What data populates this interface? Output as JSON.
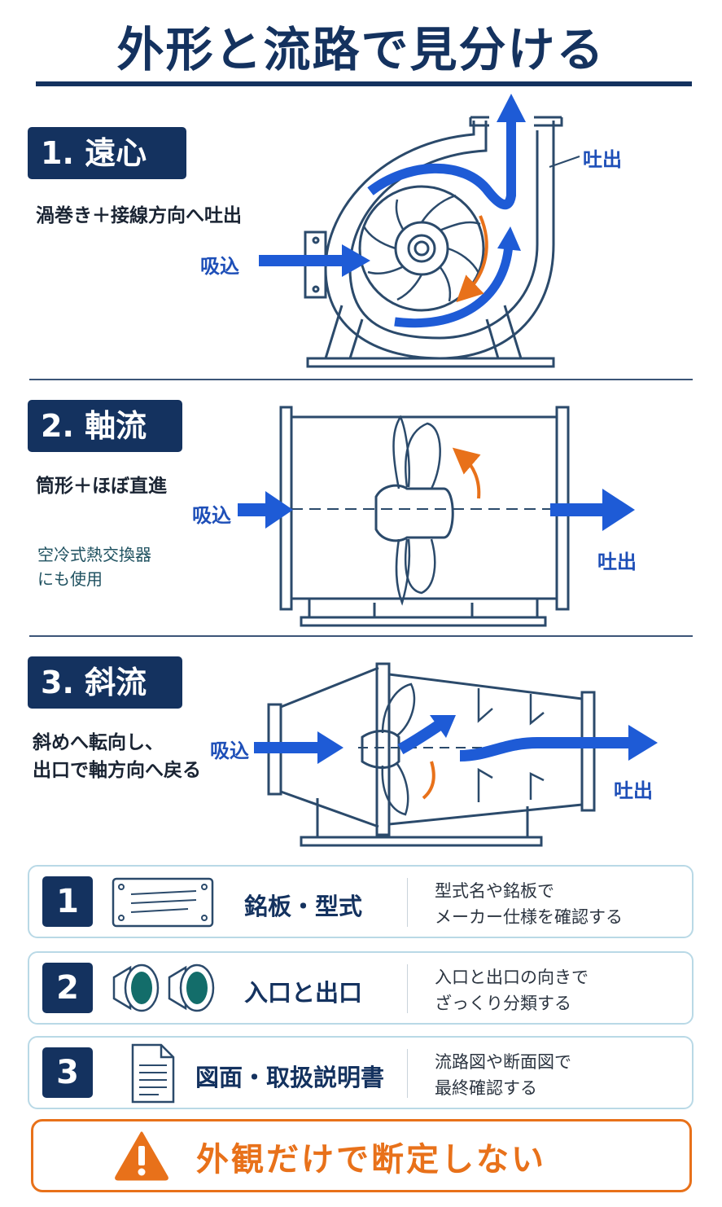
{
  "title": "外形と流路で見分ける",
  "colors": {
    "navy": "#14325f",
    "flow_blue": "#1e5bd6",
    "rotation_orange": "#e8711a",
    "line": "#2b4a6b"
  },
  "sections": [
    {
      "badge": "1. 遠心",
      "description": "渦巻き＋接線方向へ吐出",
      "inlet_label": "吸込",
      "outlet_label": "吐出"
    },
    {
      "badge": "2. 軸流",
      "description": "筒形＋ほぼ直進",
      "note_lines": [
        "空冷式熱交換器",
        "にも使用"
      ],
      "inlet_label": "吸込",
      "outlet_label": "吐出"
    },
    {
      "badge": "3. 斜流",
      "description_lines": [
        "斜めへ転向し、",
        "出口で軸方向へ戻る"
      ],
      "inlet_label": "吸込",
      "outlet_label": "吐出"
    }
  ],
  "checks": [
    {
      "number": "1",
      "icon": "nameplate-icon",
      "title": "銘板・型式",
      "desc_lines": [
        "型式名や銘板で",
        "メーカー仕様を確認する"
      ]
    },
    {
      "number": "2",
      "icon": "inlet-outlet-icon",
      "title": "入口と出口",
      "desc_lines": [
        "入口と出口の向きで",
        "ざっくり分類する"
      ]
    },
    {
      "number": "3",
      "icon": "document-icon",
      "title": "図面・取扱説明書",
      "desc_lines": [
        "流路図や断面図で",
        "最終確認する"
      ]
    }
  ],
  "warning": {
    "icon": "warning-icon",
    "text": "外観だけで断定しない"
  }
}
